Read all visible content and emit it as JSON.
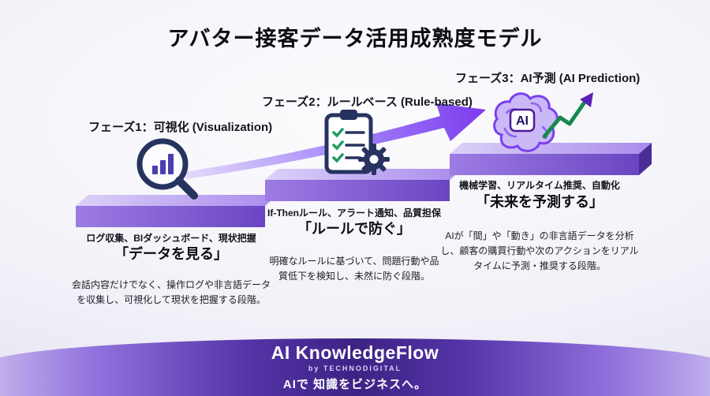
{
  "title": "アバター接客データ活用成熟度モデル",
  "phases": [
    {
      "label": "フェーズ1：可視化 (Visualization)",
      "keywords": "ログ収集、BIダッシュボード、現状把握",
      "tagline": "「データを見る」",
      "description": "会話内容だけでなく、操作ログや非言語データを収集し、可視化して現状を把握する段階。",
      "icon": "bar-chart-magnifier-icon"
    },
    {
      "label": "フェーズ2：ルールベース (Rule-based)",
      "keywords": "If-Thenルール、アラート通知、品質担保",
      "tagline": "「ルールで防ぐ」",
      "description": "明確なルールに基づいて、問題行動や品質低下を検知し、未然に防ぐ段階。",
      "icon": "checklist-gear-icon"
    },
    {
      "label": "フェーズ3：AI予測 (AI Prediction)",
      "keywords": "機械学習、リアルタイム推奨、自動化",
      "tagline": "「未来を予測する」",
      "description": "AIが「間」や「動き」の非言語データを分析し、顧客の購買行動や次のアクションをリアルタイムに予測・推奨する段階。",
      "icon": "ai-brain-icon",
      "icon_label": "AI"
    }
  ],
  "footer": {
    "brand": "AI KnowledgeFlow",
    "byline": "by TECHNODIGITAL",
    "slogan": "AIで 知識をビジネスへ。"
  },
  "colors": {
    "step_top_light": "#d9cdf7",
    "step_front_dark": "#6a45c2",
    "arrow_purple": "#7c3aed",
    "icon_navy": "#26335f",
    "check_green": "#1f9d61",
    "trend_green": "#168a4e",
    "footer_center": "#3c2384"
  }
}
